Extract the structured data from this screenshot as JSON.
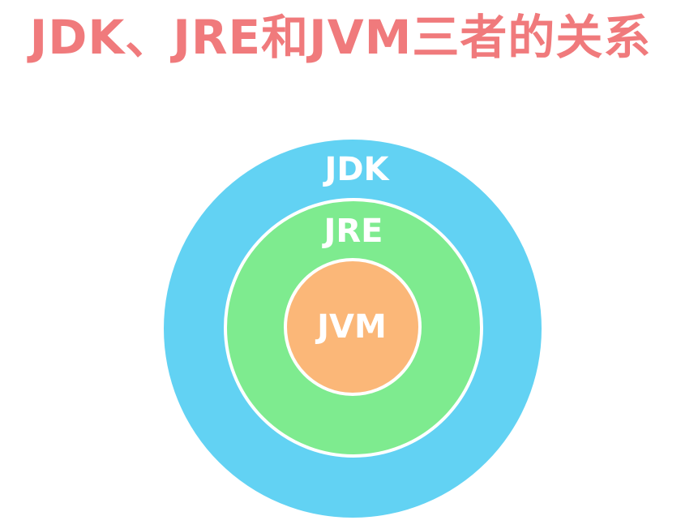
{
  "title": "JDK、JRE和JVM三者的关系",
  "diagram": {
    "layers": [
      {
        "label": "JDK",
        "color": "#62d2f3"
      },
      {
        "label": "JRE",
        "color": "#7eeb8f"
      },
      {
        "label": "JVM",
        "color": "#fbb778"
      }
    ],
    "title_color": "#f07a7c"
  }
}
